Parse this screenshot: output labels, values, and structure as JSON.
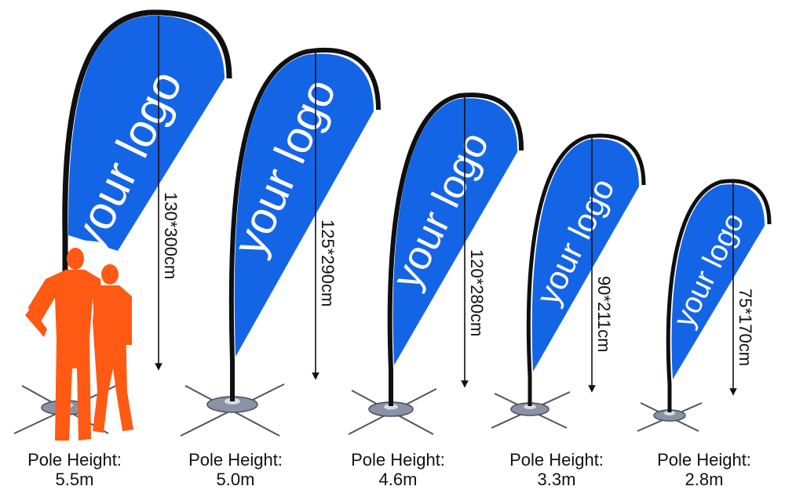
{
  "colors": {
    "flag_blue": "#1464e6",
    "flag_edge": "#0f0f0f",
    "person_orange": "#ff5a14",
    "base_grey": "#8a92a6"
  },
  "icons": {
    "people": "two-people-silhouette-icon",
    "base": "cross-base-icon"
  },
  "flags": [
    {
      "logo_text": "your logo",
      "dimension": "130*300cm",
      "pole_label": "Pole Height:",
      "pole_height": "5.5m"
    },
    {
      "logo_text": "your logo",
      "dimension": "125*290cm",
      "pole_label": "Pole Height:",
      "pole_height": "5.0m"
    },
    {
      "logo_text": "your logo",
      "dimension": "120*280cm",
      "pole_label": "Pole Height:",
      "pole_height": "4.6m"
    },
    {
      "logo_text": "your logo",
      "dimension": "90*211cm",
      "pole_label": "Pole Height:",
      "pole_height": "3.3m"
    },
    {
      "logo_text": "your logo",
      "dimension": "75*170cm",
      "pole_label": "Pole Height:",
      "pole_height": "2.8m"
    }
  ]
}
